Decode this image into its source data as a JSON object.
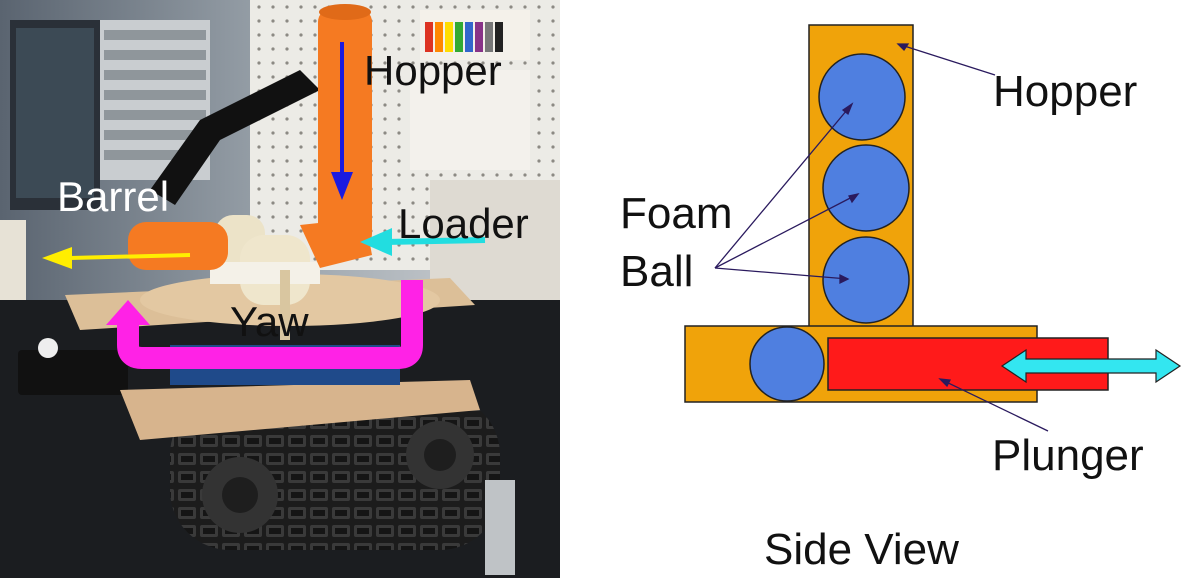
{
  "photo": {
    "labels": {
      "hopper": "Hopper",
      "barrel": "Barrel",
      "loader": "Loader",
      "yaw": "Yaw"
    }
  },
  "diagram": {
    "labels": {
      "hopper": "Hopper",
      "foam_ball_line1": "Foam",
      "foam_ball_line2": "Ball",
      "plunger": "Plunger",
      "caption": "Side View"
    },
    "colors": {
      "tube": "#f0a30a",
      "ball": "#4f7fe0",
      "plunger": "#ff1a1a",
      "motion_arrow": "#33e6f0",
      "leader_line": "#2a1a5e"
    }
  },
  "photo_colors": {
    "hopper_arrow": "#1a1ae0",
    "barrel_arrow": "#ffee00",
    "loader_arrow": "#22dde0",
    "yaw_arrow": "#ff22e6",
    "orange_parts": "#f57a22"
  }
}
